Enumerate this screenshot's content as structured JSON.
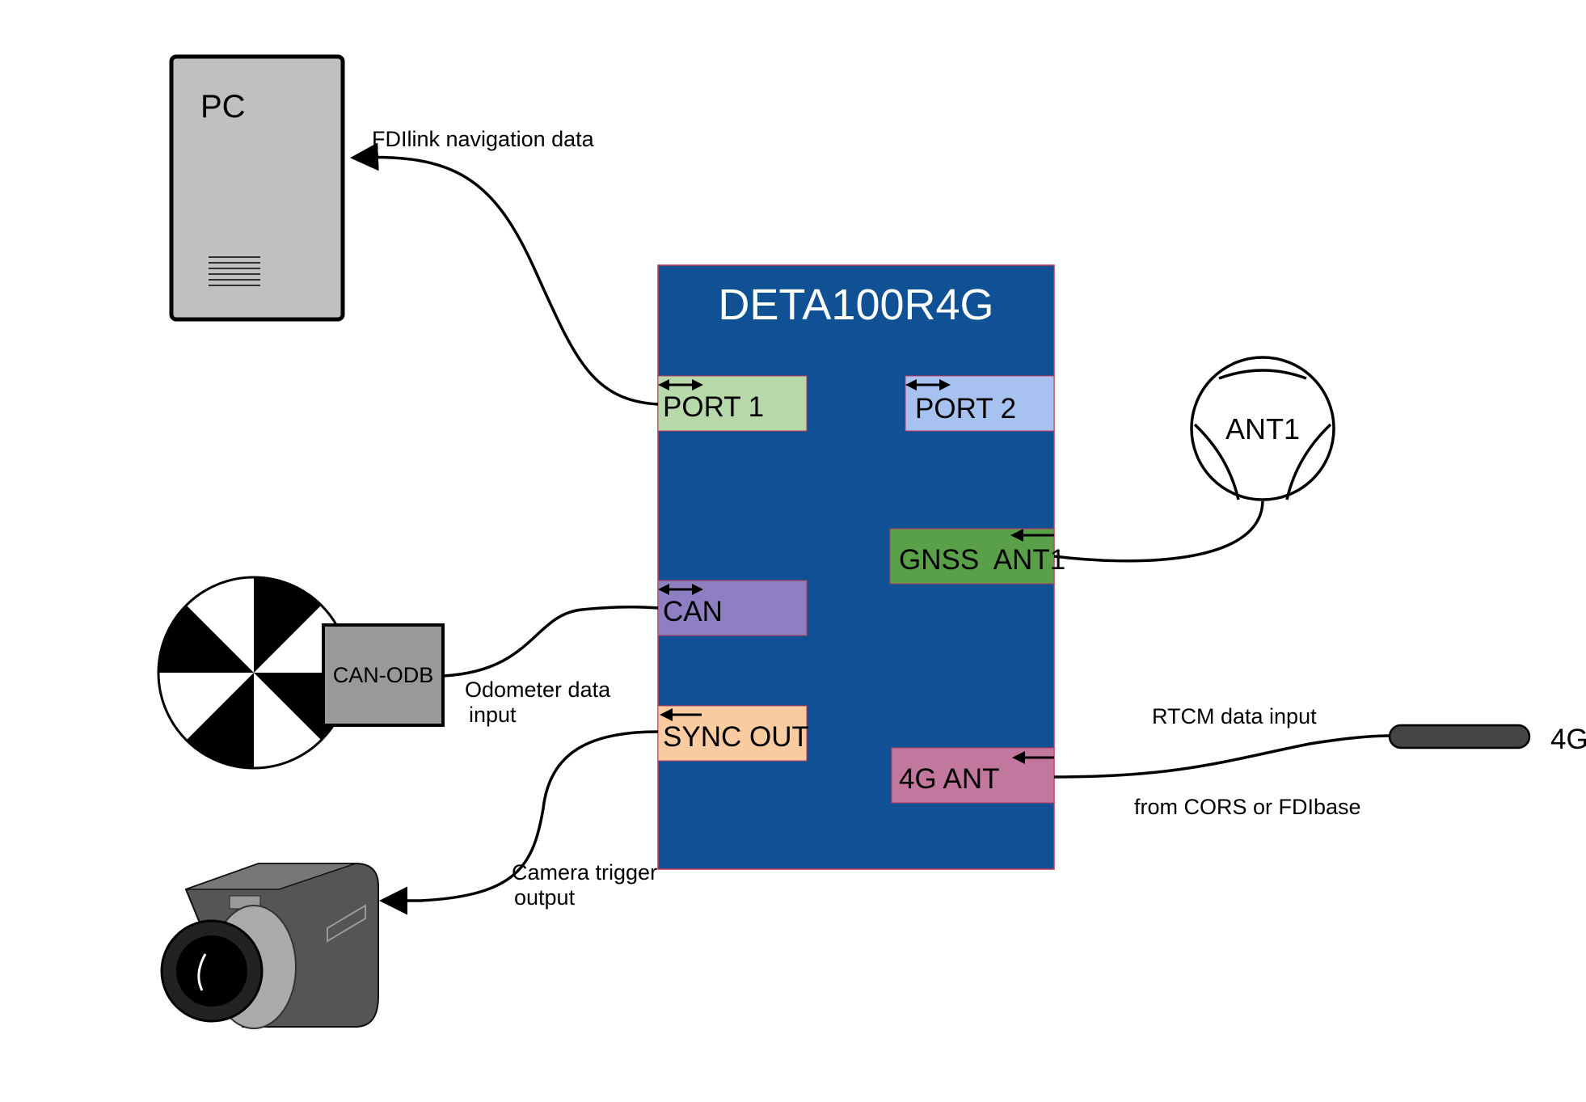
{
  "device": {
    "title": "DETA100R4G",
    "color": "#0f5194"
  },
  "ports": {
    "port1": {
      "label": "PORT 1",
      "color": "#b7d9aa"
    },
    "port2": {
      "label": "PORT 2",
      "color": "#a7c2f0"
    },
    "gnss": {
      "label": "GNSS  ANT1",
      "color": "#5aa049"
    },
    "can": {
      "label": "CAN",
      "color": "#8d7fc1"
    },
    "sync": {
      "label": "SYNC OUT",
      "color": "#f8cba0"
    },
    "ant4g": {
      "label": "4G ANT",
      "color": "#c2789e"
    }
  },
  "pc": {
    "label": "PC"
  },
  "ant1": {
    "label": "ANT1"
  },
  "can_odb": {
    "label": "CAN-ODB"
  },
  "antenna_4g": {
    "label": "4G"
  },
  "labels": {
    "fdilink": "FDIlink navigation data",
    "odometer_1": "Odometer data",
    "odometer_2": "input",
    "camera_1": "Camera trigger",
    "camera_2": "output",
    "rtcm": "RTCM data input",
    "cors": "from CORS or FDIbase"
  }
}
